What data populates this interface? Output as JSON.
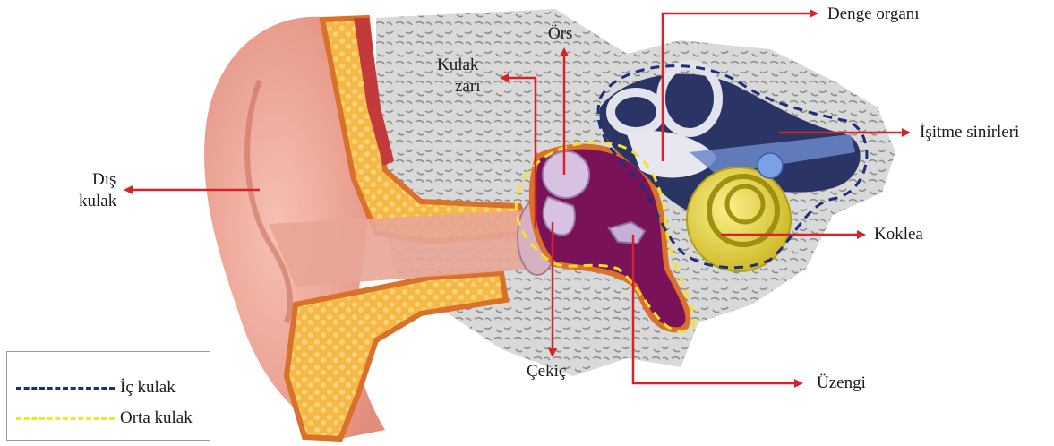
{
  "labels": {
    "dis_kulak_1": "Dış",
    "dis_kulak_2": "kulak",
    "kulak_zari_1": "Kulak",
    "kulak_zari_2": "zarı",
    "ors": "Örs",
    "denge_organi": "Denge organı",
    "isitme_sinirleri": "İşitme sinirleri",
    "koklea": "Koklea",
    "cekic": "Çekiç",
    "uzengi": "Üzengi"
  },
  "legend": {
    "inner_ear": "İç kulak",
    "middle_ear": "Orta kulak"
  },
  "colors": {
    "arrow": "#d6232a",
    "inner_ear_outline": "#1d2f7a",
    "middle_ear_outline": "#f5e22a",
    "skin": "#e9a89a",
    "cartilage": "#f3b43a",
    "bone": "#c8c8c8",
    "middle_cavity": "#7a1258",
    "cochlea": "#e2d23a",
    "semicircular": "#2a3566"
  }
}
